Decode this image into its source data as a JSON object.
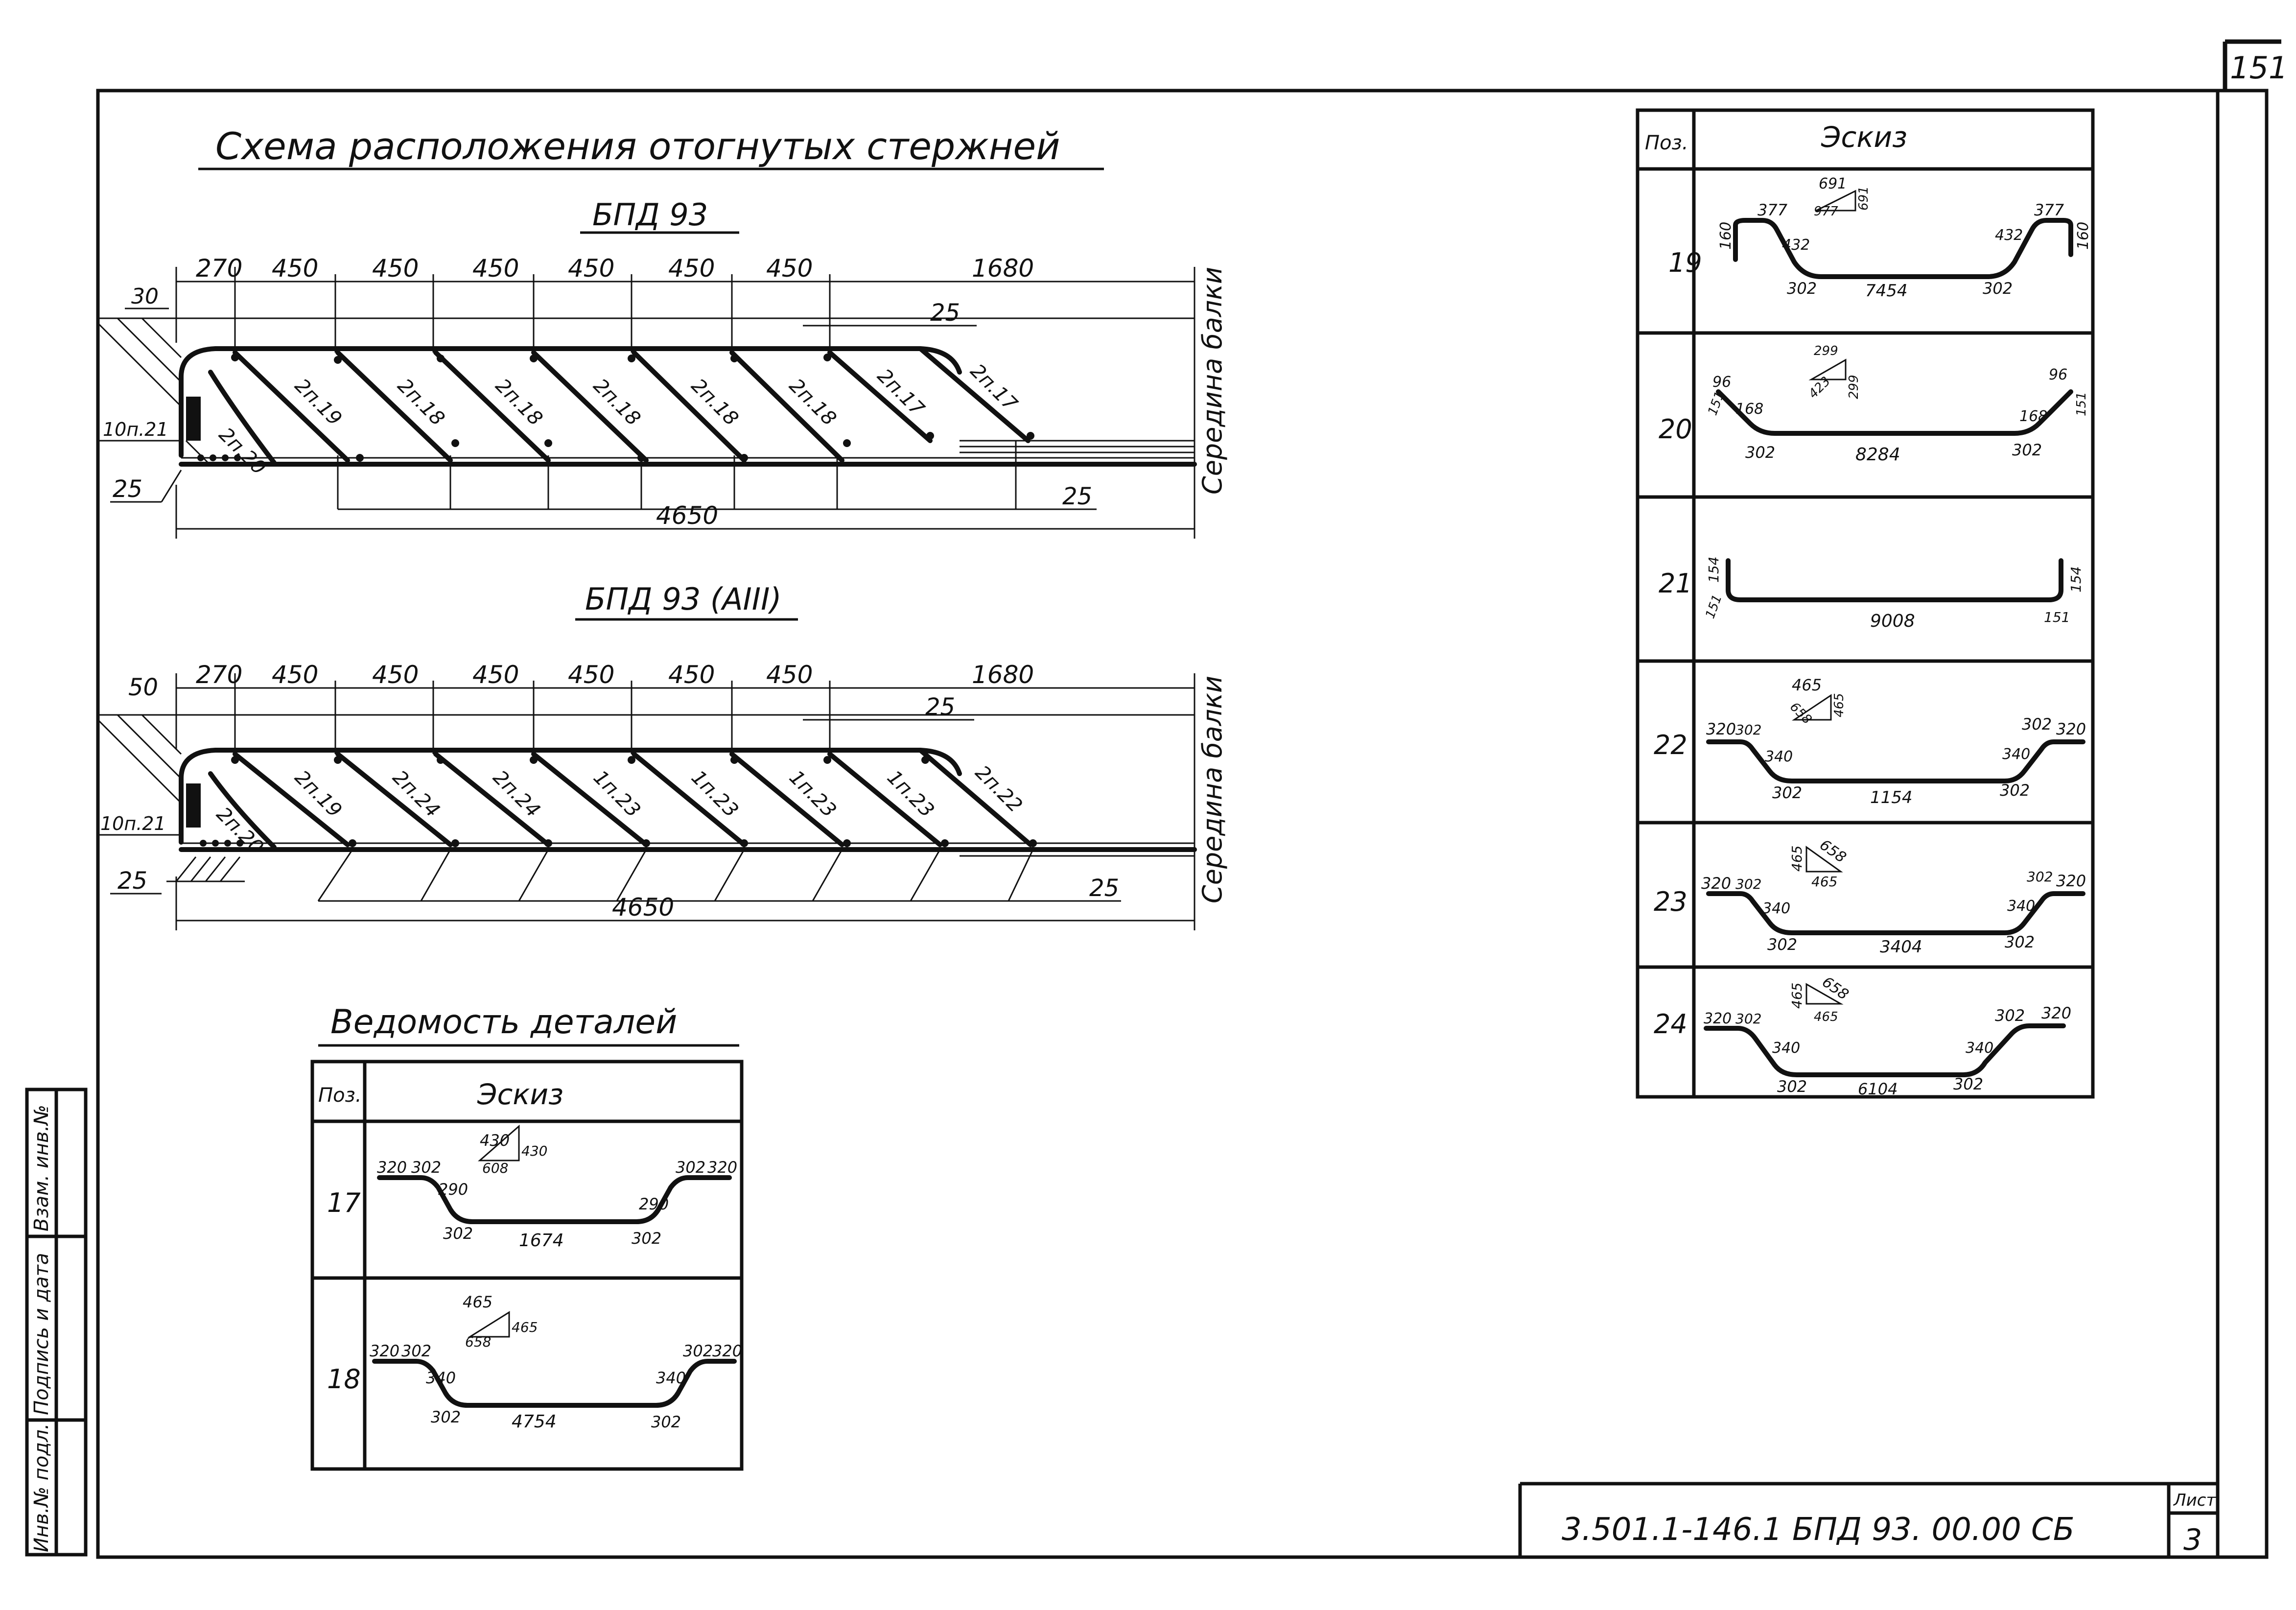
{
  "sheet_number": "151",
  "main_title": "Схема расположения отогнутых стержней",
  "beam1": {
    "title": "БПД 93",
    "top_dims": [
      "270",
      "450",
      "450",
      "450",
      "450",
      "450",
      "450",
      "1680"
    ],
    "left_dim": "30",
    "dim_25_top": "25",
    "dim_25_left": "25",
    "dim_25_right": "25",
    "total": "4650",
    "label_left": "10п.21",
    "bars": [
      "2п.20",
      "2п.19",
      "2п.18",
      "2п.18",
      "2п.18",
      "2п.18",
      "2п.18",
      "2п.17",
      "2п.17"
    ],
    "side_label": "Середина балки"
  },
  "beam2": {
    "title": "БПД 93 (АIII)",
    "top_dims": [
      "270",
      "450",
      "450",
      "450",
      "450",
      "450",
      "450",
      "1680"
    ],
    "left_dim": "50",
    "dim_25_top": "25",
    "dim_25_left": "25",
    "dim_25_right": "25",
    "total": "4650",
    "label_left": "10п.21",
    "bars": [
      "2п.20",
      "2п.19",
      "2п.24",
      "2п.24",
      "1п.23",
      "1п.23",
      "1п.23",
      "1п.23",
      "2п.22"
    ],
    "side_label": "Середина балки"
  },
  "details_title": "Ведомость деталей",
  "table_headers": {
    "pos": "Поз.",
    "sketch": "Эскиз"
  },
  "left_table": [
    {
      "pos": "17",
      "labels": [
        "320",
        "302",
        "290",
        "302",
        "1674",
        "302",
        "290",
        "302",
        "320",
        "430",
        "430",
        "608"
      ]
    },
    {
      "pos": "18",
      "labels": [
        "320",
        "302",
        "340",
        "302",
        "4754",
        "302",
        "340",
        "302",
        "320",
        "465",
        "465",
        "658"
      ]
    }
  ],
  "right_table": [
    {
      "pos": "19",
      "labels": [
        "377",
        "160",
        "432",
        "302",
        "7454",
        "302",
        "432",
        "377",
        "160",
        "691",
        "691",
        "977"
      ]
    },
    {
      "pos": "20",
      "labels": [
        "96",
        "151",
        "168",
        "302",
        "8284",
        "302",
        "168",
        "96",
        "151",
        "299",
        "299",
        "423"
      ]
    },
    {
      "pos": "21",
      "labels": [
        "154",
        "151",
        "9008",
        "151",
        "154"
      ]
    },
    {
      "pos": "22",
      "labels": [
        "320",
        "302",
        "340",
        "302",
        "1154",
        "302",
        "340",
        "302",
        "320",
        "465",
        "465",
        "658"
      ]
    },
    {
      "pos": "23",
      "labels": [
        "320",
        "302",
        "340",
        "302",
        "3404",
        "302",
        "340",
        "302",
        "320",
        "465",
        "465",
        "658"
      ]
    },
    {
      "pos": "24",
      "labels": [
        "320",
        "302",
        "340",
        "302",
        "6104",
        "302",
        "340",
        "302",
        "320",
        "465",
        "465",
        "658"
      ]
    }
  ],
  "stamp": {
    "code": "3.501.1-146.1  БПД 93. 00.00 СБ",
    "sheet_label": "Лист",
    "sheet": "3"
  },
  "side_stamp": [
    "Инв.№ подл.",
    "Подпись и дата",
    "Взам. инв.№"
  ]
}
